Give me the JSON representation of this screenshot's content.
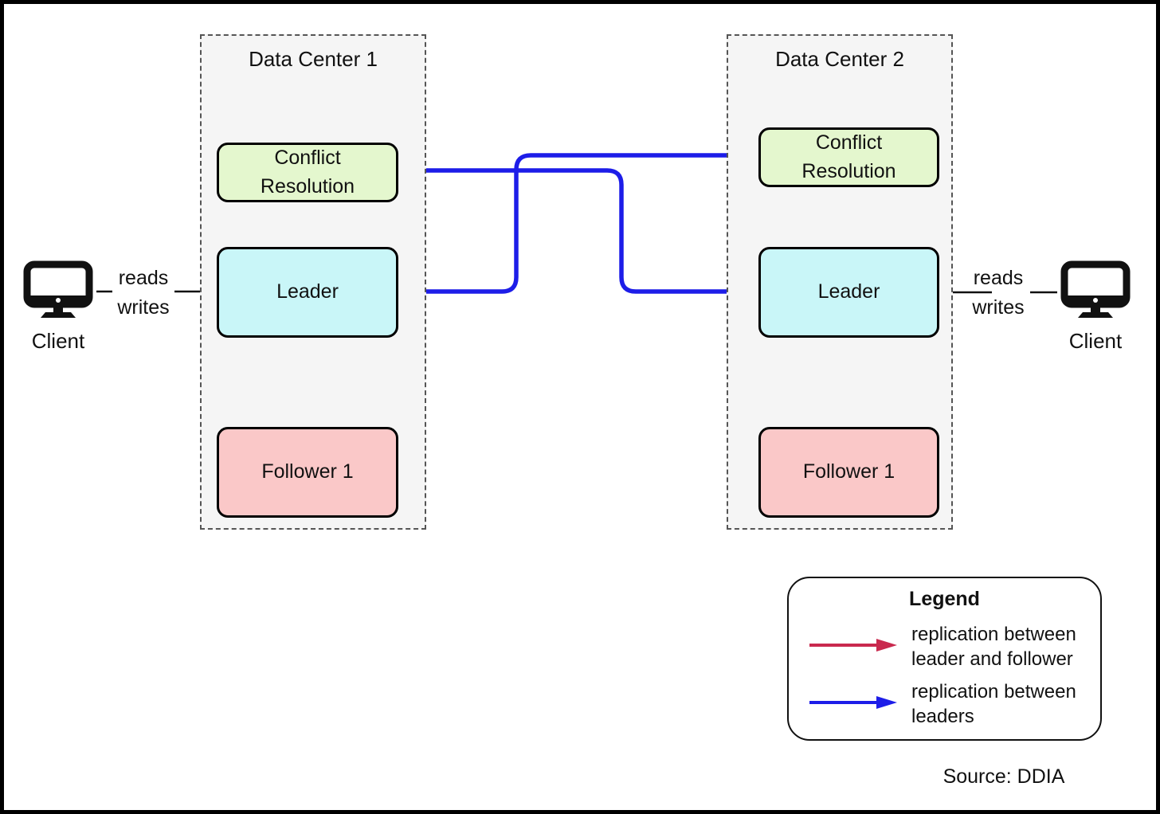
{
  "colors": {
    "blue": "#1d1de8",
    "red": "#c9294e",
    "ink": "#111111",
    "dc_fill": "#f5f5f5",
    "conflict_fill": "#e4f7ce",
    "leader_fill": "#c9f6f8",
    "follower_fill": "#fac8c8"
  },
  "diagram": {
    "data_centers": [
      {
        "title": "Data Center 1",
        "conflict_label": "Conflict Resolution",
        "leader_label": "Leader",
        "follower_label": "Follower 1"
      },
      {
        "title": "Data Center 2",
        "conflict_label": "Conflict Resolution",
        "leader_label": "Leader",
        "follower_label": "Follower 1"
      }
    ],
    "clients": [
      {
        "label": "Client",
        "line1": "reads",
        "line2": "writes"
      },
      {
        "label": "Client",
        "line1": "reads",
        "line2": "writes"
      }
    ]
  },
  "legend": {
    "title": "Legend",
    "items": [
      {
        "color": "#c9294e",
        "line1": "replication between",
        "line2": "leader and follower"
      },
      {
        "color": "#1d1de8",
        "line1": "replication between",
        "line2": "leaders"
      }
    ]
  },
  "source_label": "Source: DDIA"
}
